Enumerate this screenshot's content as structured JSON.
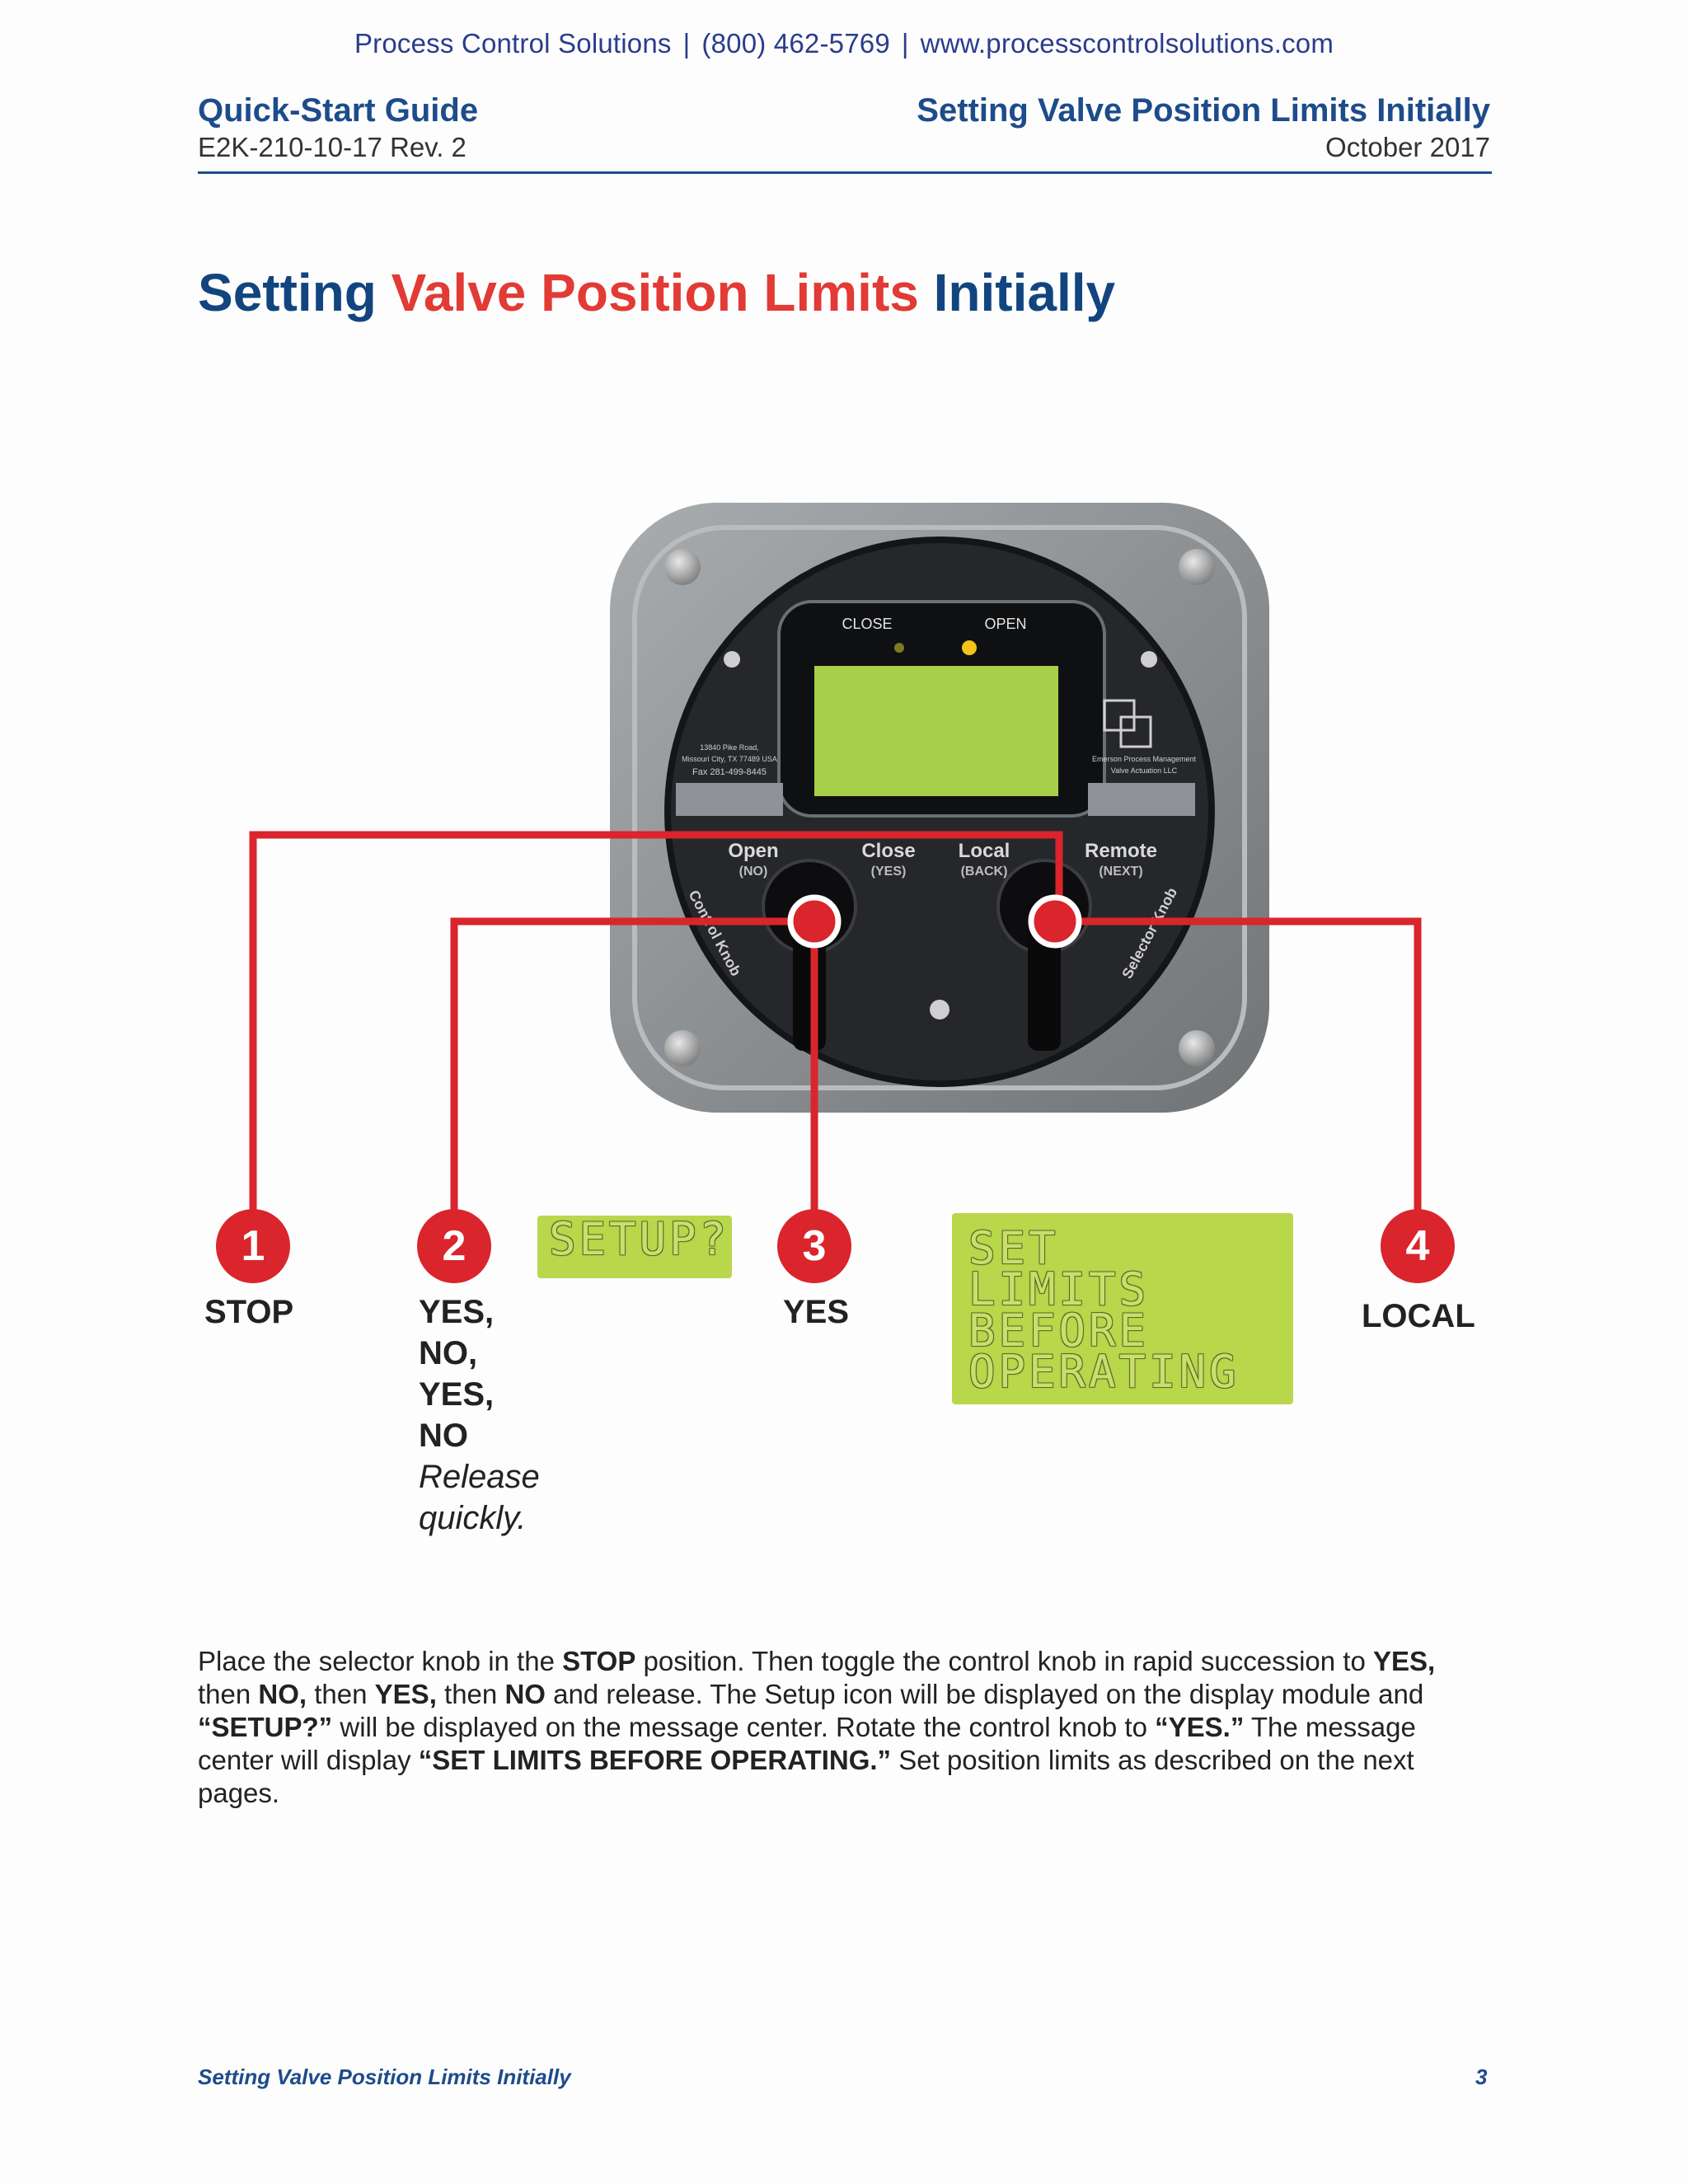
{
  "top_banner": {
    "company": "Process Control Solutions",
    "sep1": "|",
    "phone": "(800) 462-5769",
    "sep2": "|",
    "website": "www.processcontrolsolutions.com"
  },
  "header": {
    "left_title": "Quick-Start Guide",
    "left_sub": "E2K-210-10-17 Rev. 2",
    "right_title": "Setting Valve Position Limits Initially",
    "right_sub": "October 2017"
  },
  "title": {
    "part1": "Setting ",
    "part2": "Valve Position Limits",
    "part3": " Initially"
  },
  "device": {
    "led_close": "CLOSE",
    "led_open": "OPEN",
    "knob_open": "Open",
    "knob_open_sub": "(NO)",
    "knob_close": "Close",
    "knob_close_sub": "(YES)",
    "sel_local": "Local",
    "sel_local_sub": "(BACK)",
    "sel_remote": "Remote",
    "sel_remote_sub": "(NEXT)",
    "control_knob": "Control Knob",
    "selector_knob": "Selector Knob",
    "address_1": "13840 Pike Road,",
    "address_2": "Missouri City, TX 77489 USA",
    "address_3": "Fax 281-499-8445",
    "brand_1": "Emerson Process Management",
    "brand_2": "Valve Actuation LLC"
  },
  "steps": [
    {
      "number": "1",
      "text": "STOP"
    },
    {
      "number": "2",
      "lines": [
        "YES,",
        "NO,",
        "YES,",
        "NO"
      ],
      "note_lines": [
        "Release",
        "quickly."
      ]
    },
    {
      "number": "3",
      "text": "YES"
    },
    {
      "number": "4",
      "text": "LOCAL"
    }
  ],
  "lcd": {
    "setup": "SETUP?",
    "limits_lines": [
      "SET",
      "LIMITS",
      "BEFORE",
      "OPERATING"
    ]
  },
  "body": {
    "s1": "Place the selector knob in the ",
    "b1": "STOP",
    "s2": " position. Then toggle the control knob in rapid succession to ",
    "b2": "YES,",
    "s3": " then ",
    "b3": "NO,",
    "s4": " then ",
    "b4": "YES,",
    "s5": " then ",
    "b5": "NO",
    "s6": " and release. The Setup icon will be displayed on the display module and ",
    "b6": "“SETUP?”",
    "s7": " will be displayed on the message center. Rotate the control knob to ",
    "b7": "“YES.”",
    "s8": " The message center will display ",
    "b8": "“SET LIMITS BEFORE OPERATING.”",
    "s9": " Set position limits as described on the next pages."
  },
  "footer": {
    "left": "Setting Valve Position Limits Initially",
    "page": "3"
  },
  "colors": {
    "brand_blue": "#1d4c8b",
    "accent_red": "#e23a34",
    "callout_red": "#d9252b",
    "lcd_green": "#b9d74b"
  }
}
